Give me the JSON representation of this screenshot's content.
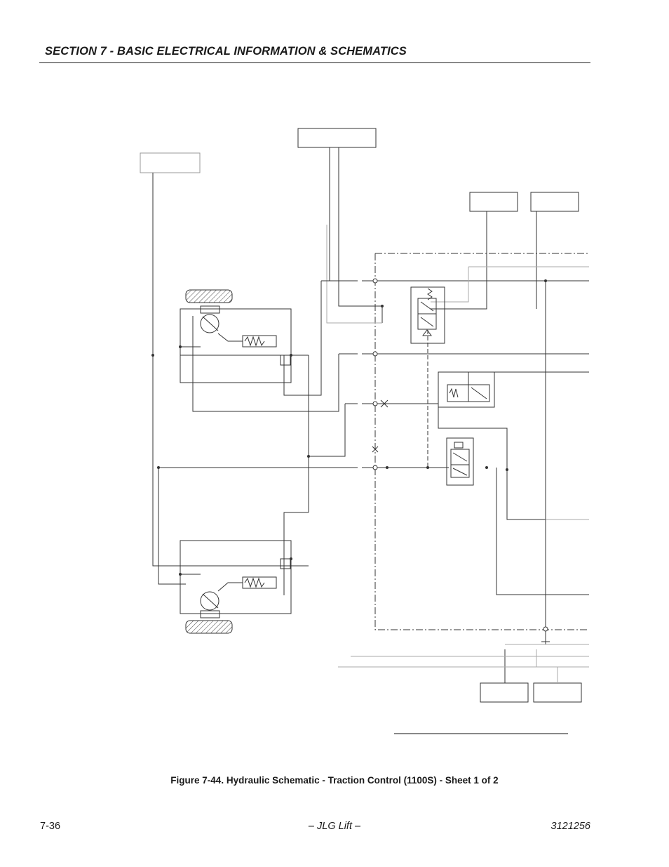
{
  "header": {
    "section_title": "SECTION 7 - BASIC ELECTRICAL INFORMATION & SCHEMATICS"
  },
  "figure": {
    "caption": "Figure 7-44.  Hydraulic Schematic - Traction Control (1100S) - Sheet 1 of 2"
  },
  "footer": {
    "page_number": "7-36",
    "publisher": "– JLG Lift –",
    "document_number": "3121256"
  }
}
